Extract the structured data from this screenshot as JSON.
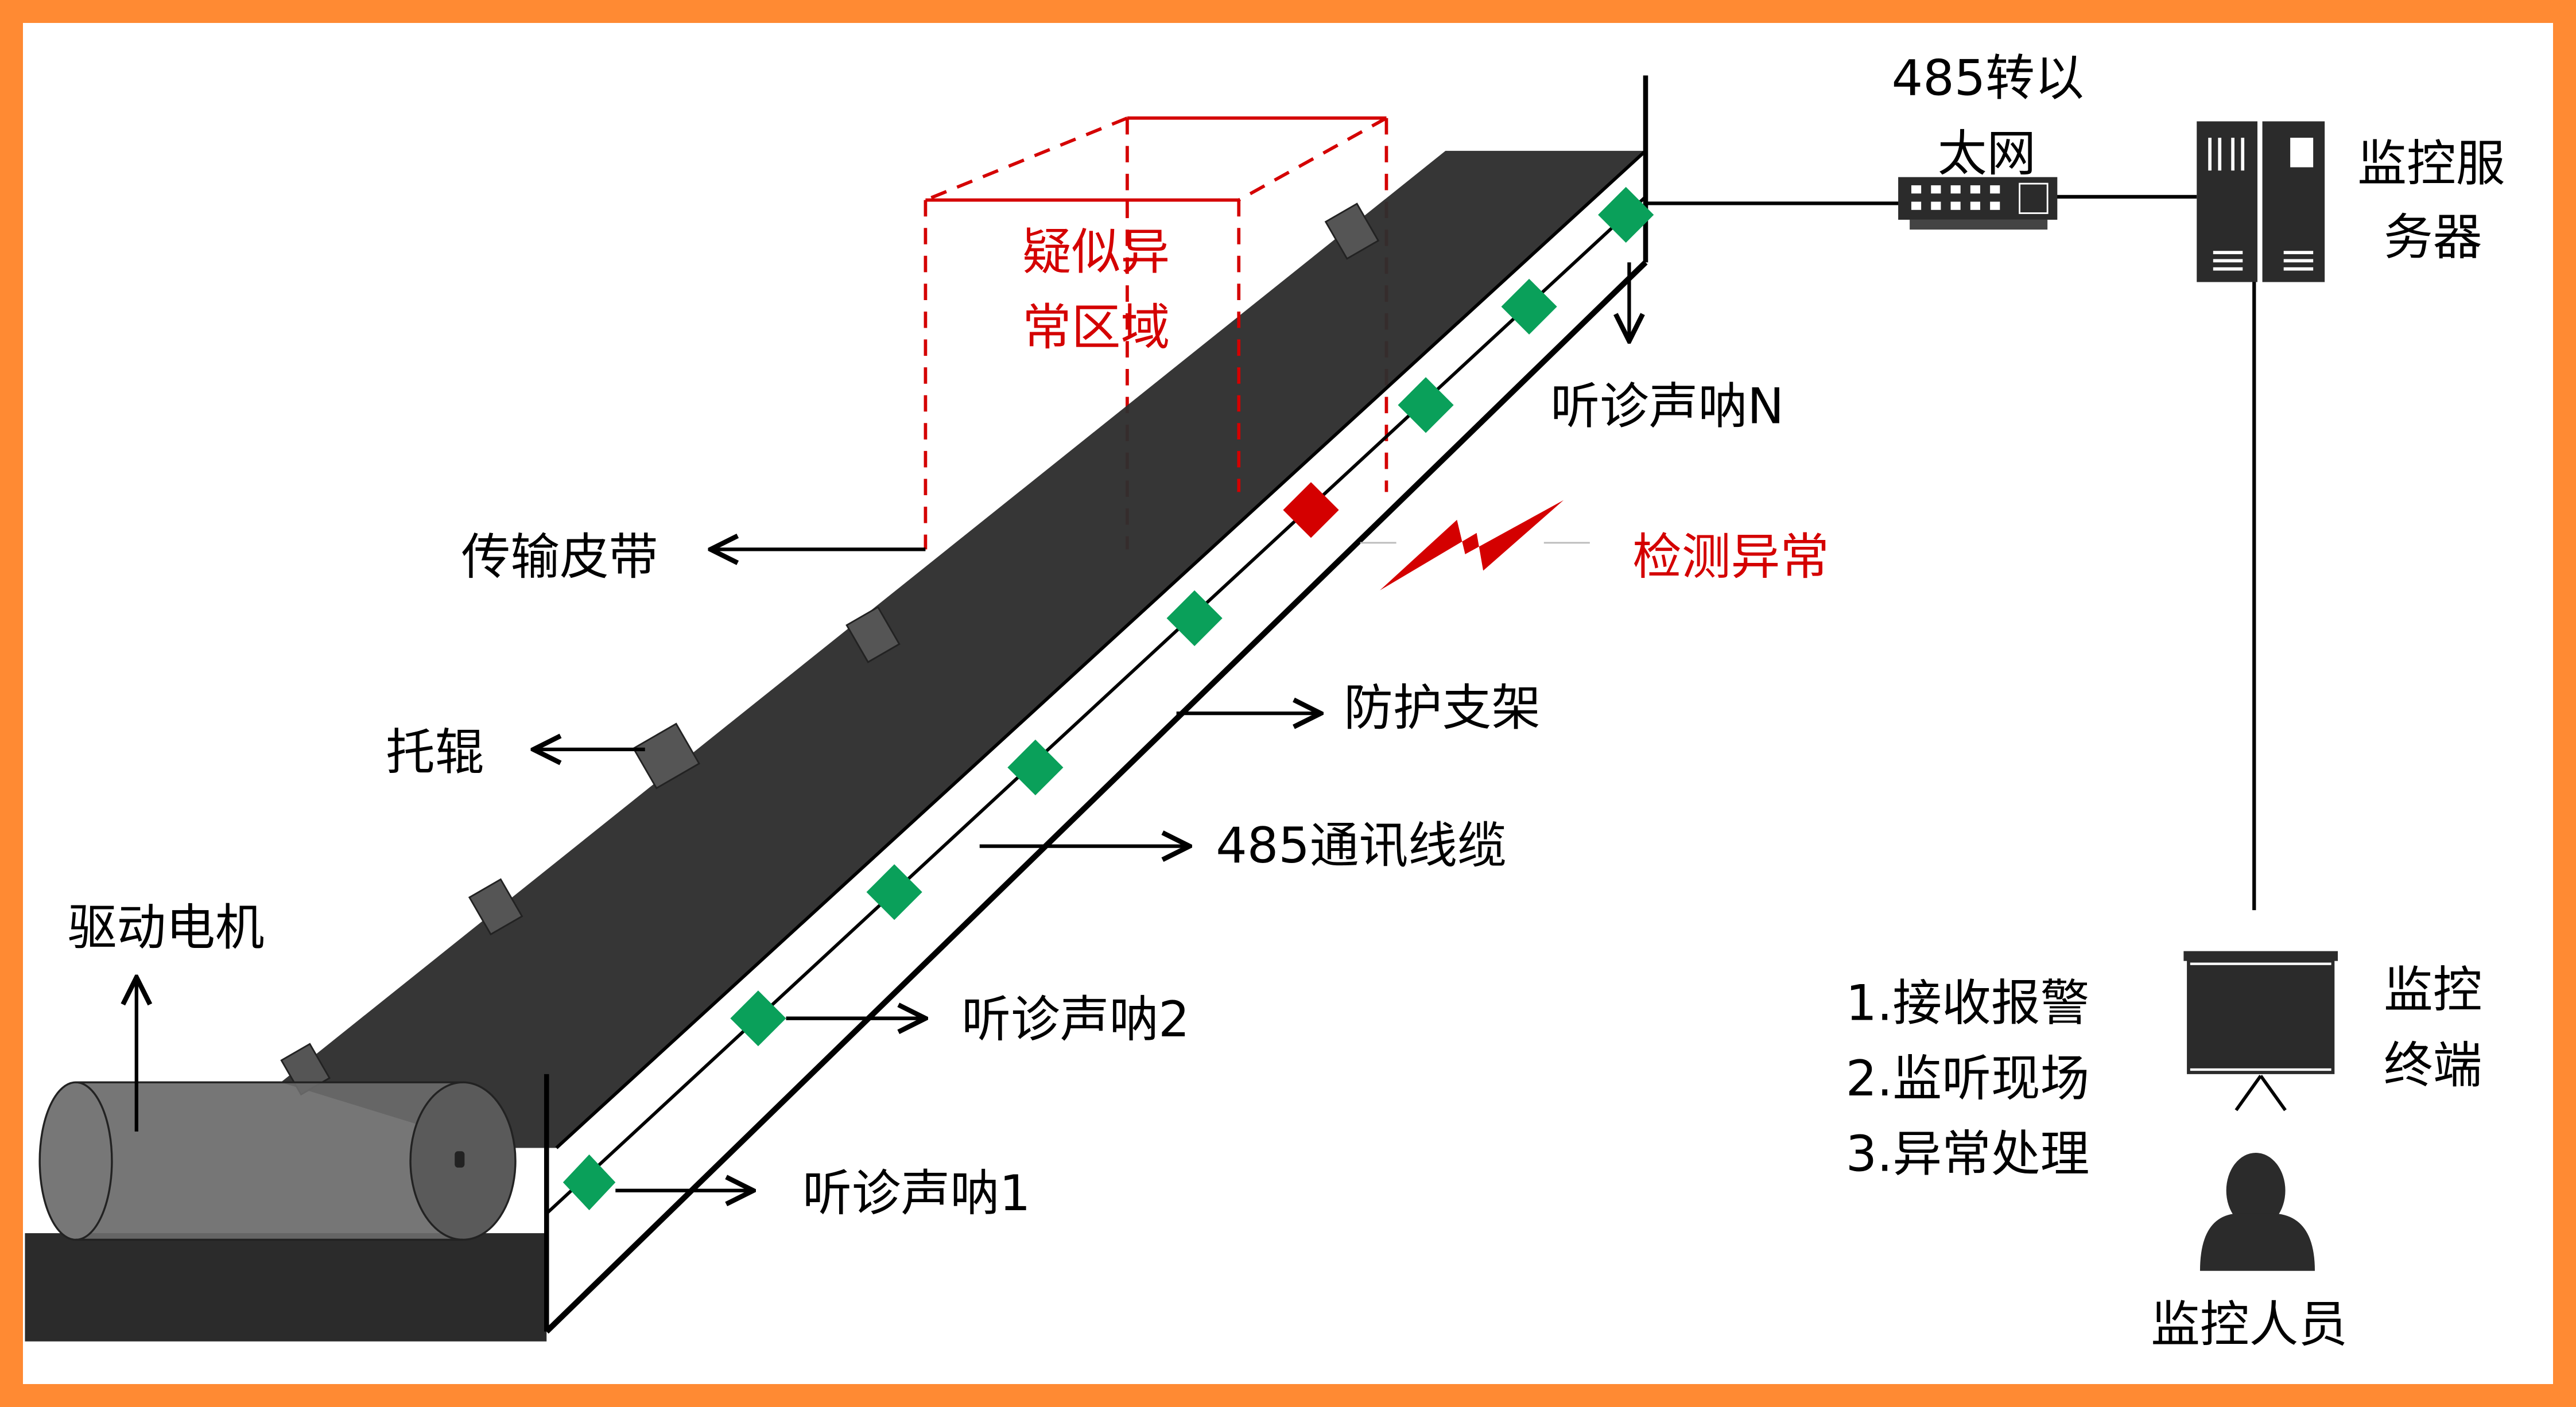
{
  "colors": {
    "frame": "#ff8a33",
    "belt": "#2e2e2e",
    "sensor_ok": "#0aa05a",
    "sensor_alarm": "#d40000",
    "alert_text": "#d40000"
  },
  "labels": {
    "drive_motor": "驱动电机",
    "conveyor_belt": "传输皮带",
    "idler": "托辊",
    "guard_frame": "防护支架",
    "cable_485": "485通讯线缆",
    "sensor_1": "听诊声呐1",
    "sensor_2": "听诊声呐2",
    "sensor_n": "听诊声呐N",
    "suspect_zone_line1": "疑似异",
    "suspect_zone_line2": "常区域",
    "detect_anomaly": "检测异常",
    "converter_line1": "485转以",
    "converter_line2": "太网",
    "server_line1": "监控服",
    "server_line2": "务器",
    "terminal_line1": "监控",
    "terminal_line2": "终端",
    "operator": "监控人员"
  },
  "operator_steps": [
    "1.接收报警",
    "2.监听现场",
    "3.异常处理"
  ],
  "icons": {
    "motor": "motor-cylinder-icon",
    "switch": "ethernet-switch-icon",
    "server": "server-rack-icon",
    "terminal": "projector-screen-icon",
    "operator": "person-icon",
    "lightning": "lightning-icon",
    "sensor": "diamond-sensor-icon"
  }
}
